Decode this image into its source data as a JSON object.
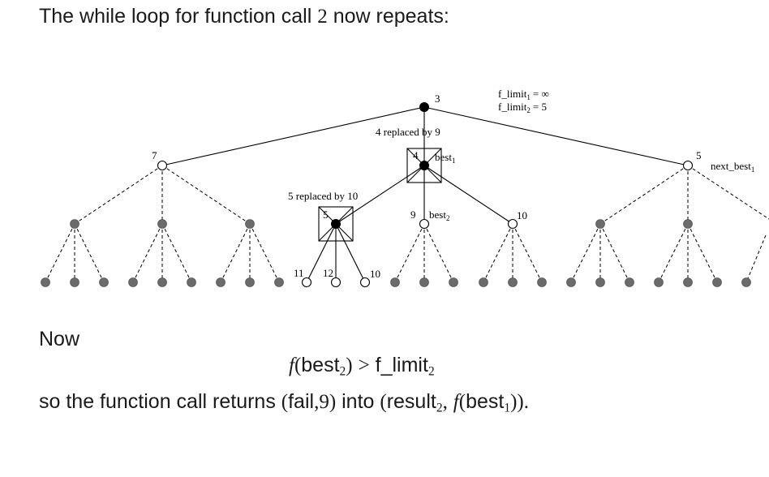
{
  "heading": {
    "before": "The while loop for function call",
    "num": "2",
    "after": "now repeats:"
  },
  "tree": {
    "labels": {
      "root": "3",
      "left": "7",
      "right": "5",
      "mid_parent": "4",
      "mid_child": "5",
      "m9": "9",
      "m10": "10",
      "l11": "11",
      "l12": "12",
      "l10": "10"
    },
    "replace_top": "4 replaced by 9",
    "replace_mid": "5 replaced by 10",
    "best1": "best",
    "best1_sub": "1",
    "best2": "best",
    "best2_sub": "2",
    "next_best": "next_best",
    "next_best_sub": "1",
    "f_limit1": "f_limit",
    "f_limit1_sub": "1",
    "f_limit1_val": "= ∞",
    "f_limit2": "f_limit",
    "f_limit2_sub": "2",
    "f_limit2_val": "= 5"
  },
  "now_label": "Now",
  "inequality": {
    "f": "f",
    "open": "(",
    "best": "best",
    "best_sub": "2",
    "close": ")",
    "gt": ">",
    "flimit": "f_limit",
    "flimit_sub": "2"
  },
  "returns": {
    "text1": "so the function call returns",
    "tuple_open": "(",
    "fail": "fail",
    "comma1": ",",
    "nine": "9",
    "tuple_close": ")",
    "into": "into",
    "open2": "(",
    "result": "result",
    "result_sub": "2",
    "comma2": ",",
    "f": "f",
    "open3": "(",
    "best": "best",
    "best_sub": "1",
    "close3": "))",
    "period": "."
  }
}
